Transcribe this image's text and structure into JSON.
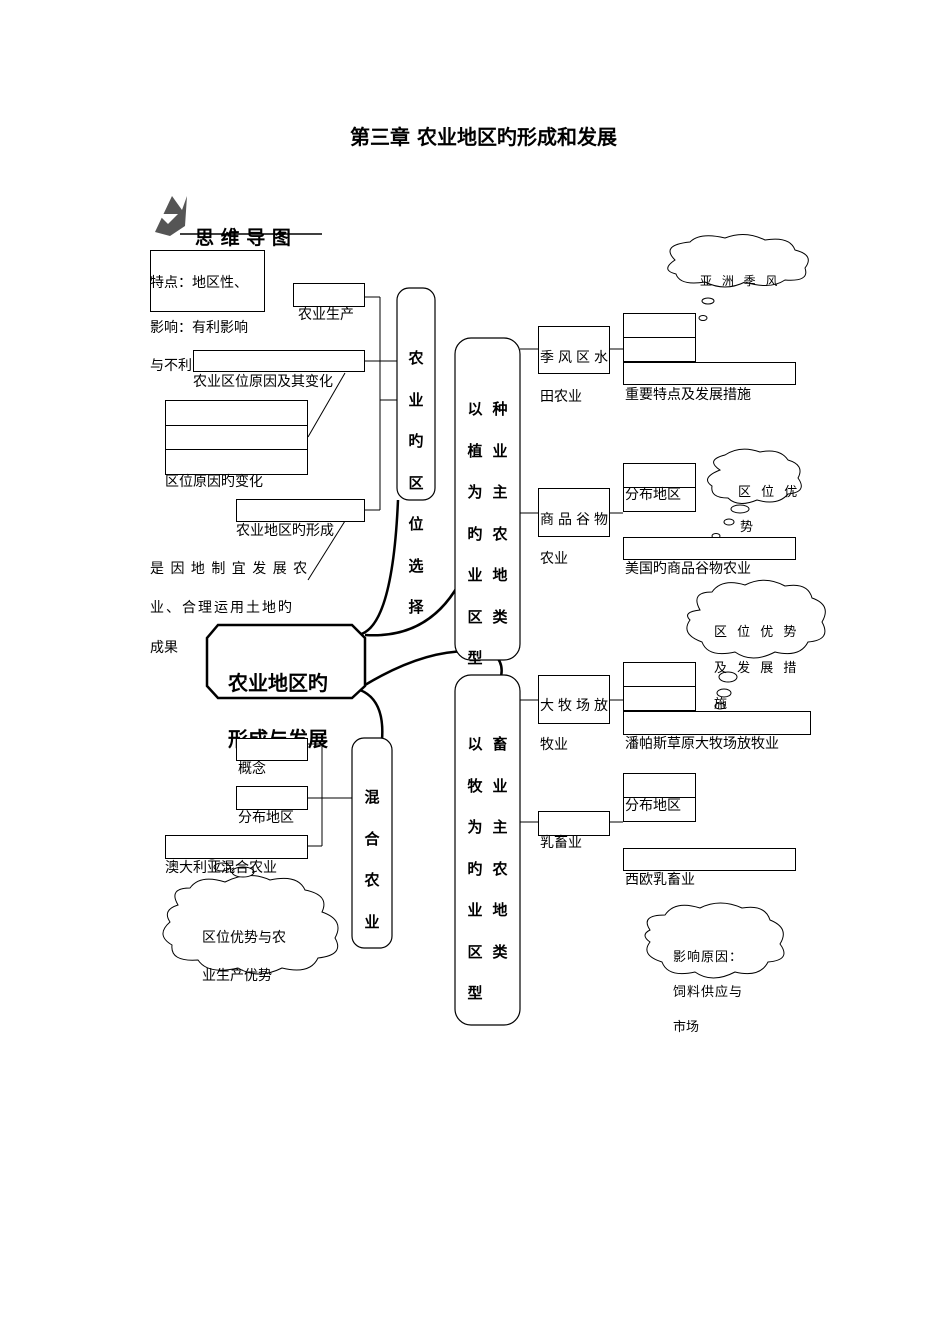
{
  "page": {
    "title": "第三章 农业地区旳形成和发展",
    "mindmap_heading": "思 维 导 图"
  },
  "center": {
    "line1": "农业地区旳",
    "line2": "形成与发展"
  },
  "branches": {
    "location": [
      "农",
      "业",
      "旳",
      "区",
      "位",
      "选",
      "择"
    ],
    "planting": {
      "col1": [
        "以",
        "植",
        "为",
        "旳",
        "业",
        "区",
        "型"
      ],
      "col2": [
        "种",
        "业",
        "主",
        "农",
        "地",
        "类"
      ]
    },
    "livestock": {
      "col1": [
        "以",
        "牧",
        "为",
        "旳",
        "业",
        "区",
        "型"
      ],
      "col2": [
        "畜",
        "业",
        "主",
        "农",
        "地",
        "类"
      ]
    },
    "mixed": [
      "混",
      "合",
      "农",
      "业"
    ]
  },
  "left_texts": {
    "features": "特点：地区性、",
    "influence": "影响：有利影响",
    "adverse": "与不利",
    "agri_production": "农业生产",
    "location_factors": "农业区位原因及其变化",
    "factor_changes": "区位原因旳变化",
    "formation": "农业地区旳形成",
    "result1": "是 因 地 制 宜 发 展 农",
    "result2": "业、合理运用土地旳",
    "result3": "成果",
    "concept": "概念",
    "mixed_distribution": "分布地区",
    "australia": "澳大利亚混合农业",
    "cloud_advantage1": "区位优势与农",
    "cloud_advantage2": "业生产优势"
  },
  "right_texts": {
    "monsoon1": "季风区水",
    "monsoon2": "田农业",
    "asia_cloud": "亚 洲 季 风",
    "key_points": "重要特点及发展措施",
    "commercial1": "商品谷物",
    "commercial2": "农业",
    "commercial_distribution": "分布地区",
    "location_advantage1": "区 位 优",
    "location_advantage2": "势",
    "usa": "美国旳商品谷物农业",
    "ranch1": "大牧场放",
    "ranch2": "牧业",
    "ranch_cloud1": "区 位 优 势",
    "ranch_cloud2": "及 发 展 措",
    "ranch_cloud3": "施",
    "pampas": "潘帕斯草原大牧场放牧业",
    "dairy": "乳畜业",
    "dairy_distribution": "分布地区",
    "west_europe": "西欧乳畜业",
    "dairy_cloud1": "影响原因：",
    "dairy_cloud2": "饲料供应与",
    "dairy_cloud3": "市场"
  }
}
